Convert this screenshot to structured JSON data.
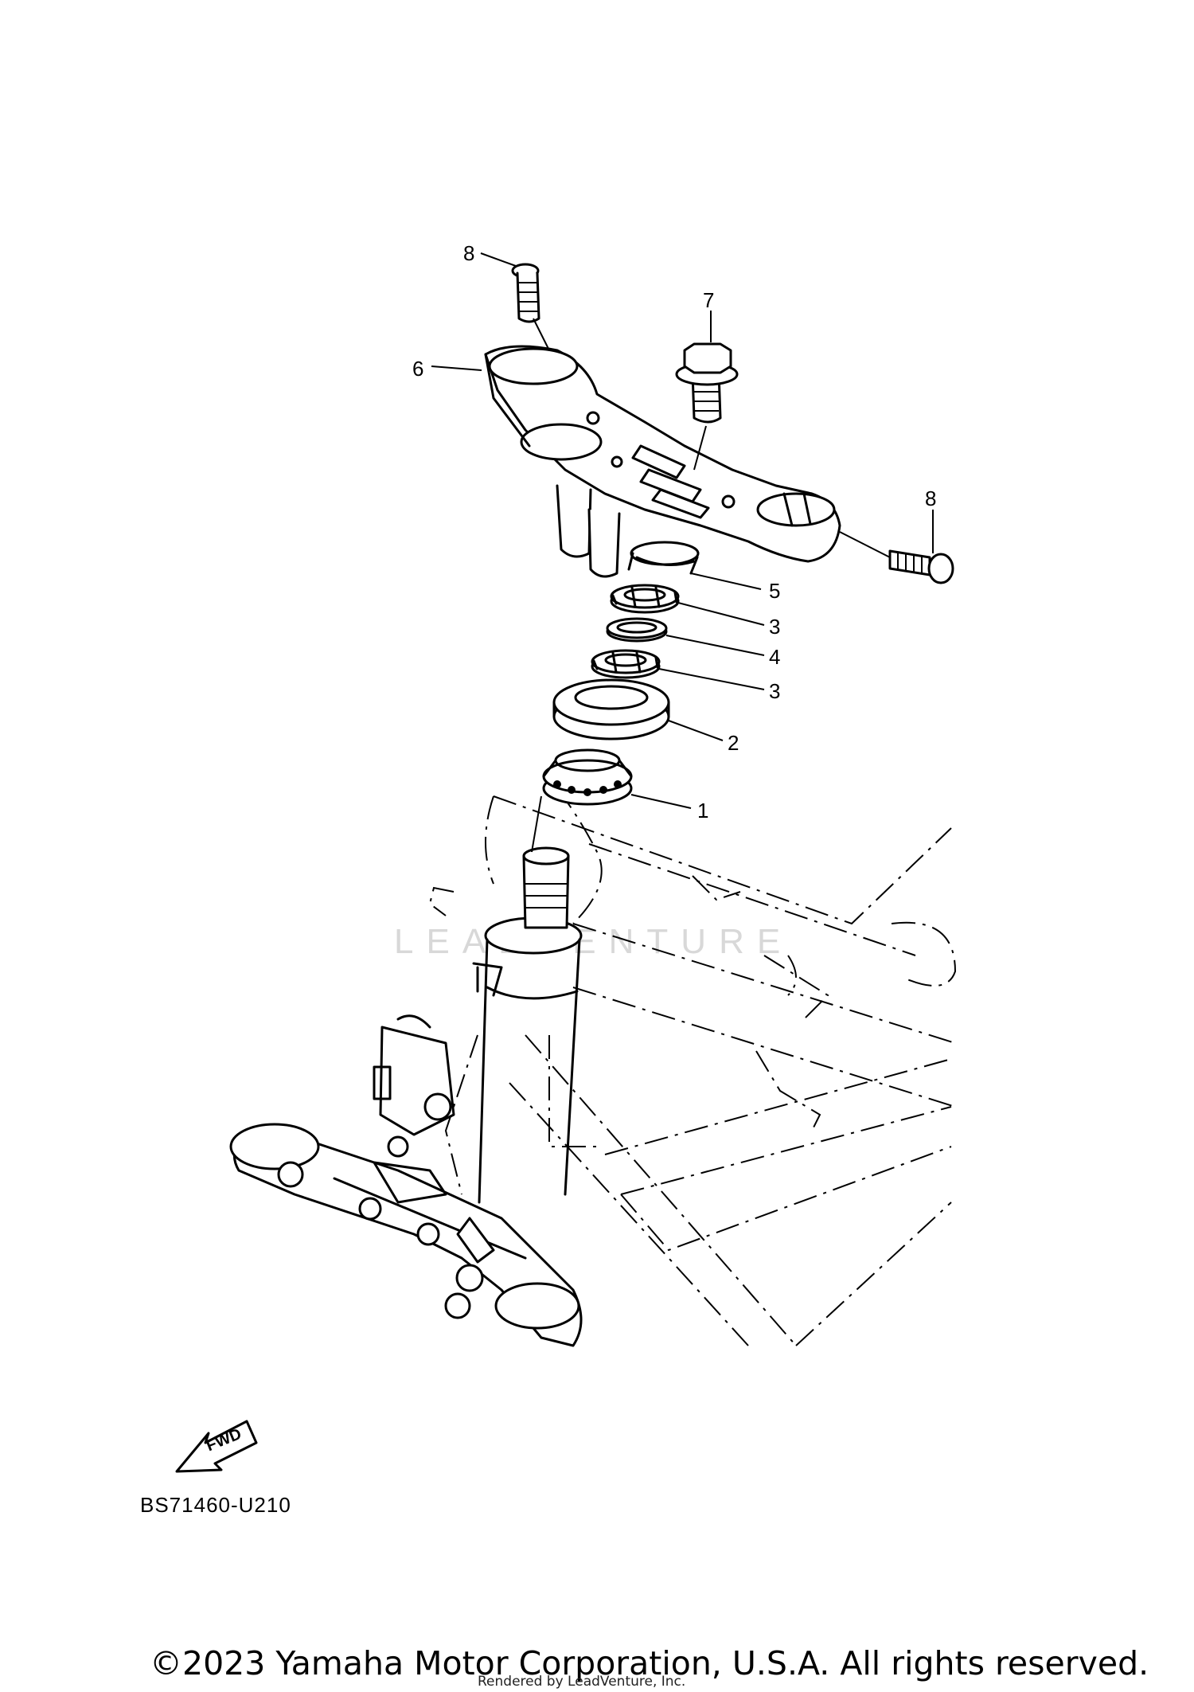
{
  "watermark": "LEADVENTURE",
  "callouts": [
    {
      "id": "callout-8-top",
      "label": "8"
    },
    {
      "id": "callout-7",
      "label": "7"
    },
    {
      "id": "callout-6",
      "label": "6"
    },
    {
      "id": "callout-8-right",
      "label": "8"
    },
    {
      "id": "callout-5",
      "label": "5"
    },
    {
      "id": "callout-3-upper",
      "label": "3"
    },
    {
      "id": "callout-4",
      "label": "4"
    },
    {
      "id": "callout-3-lower",
      "label": "3"
    },
    {
      "id": "callout-2",
      "label": "2"
    },
    {
      "id": "callout-1",
      "label": "1"
    }
  ],
  "fwd_label": "FWD",
  "diagram_code": "BS71460-U210",
  "copyright": "©2023 Yamaha Motor Corporation, U.S.A. All rights reserved.",
  "rendered_by": "Rendered by LeadVenture, Inc."
}
